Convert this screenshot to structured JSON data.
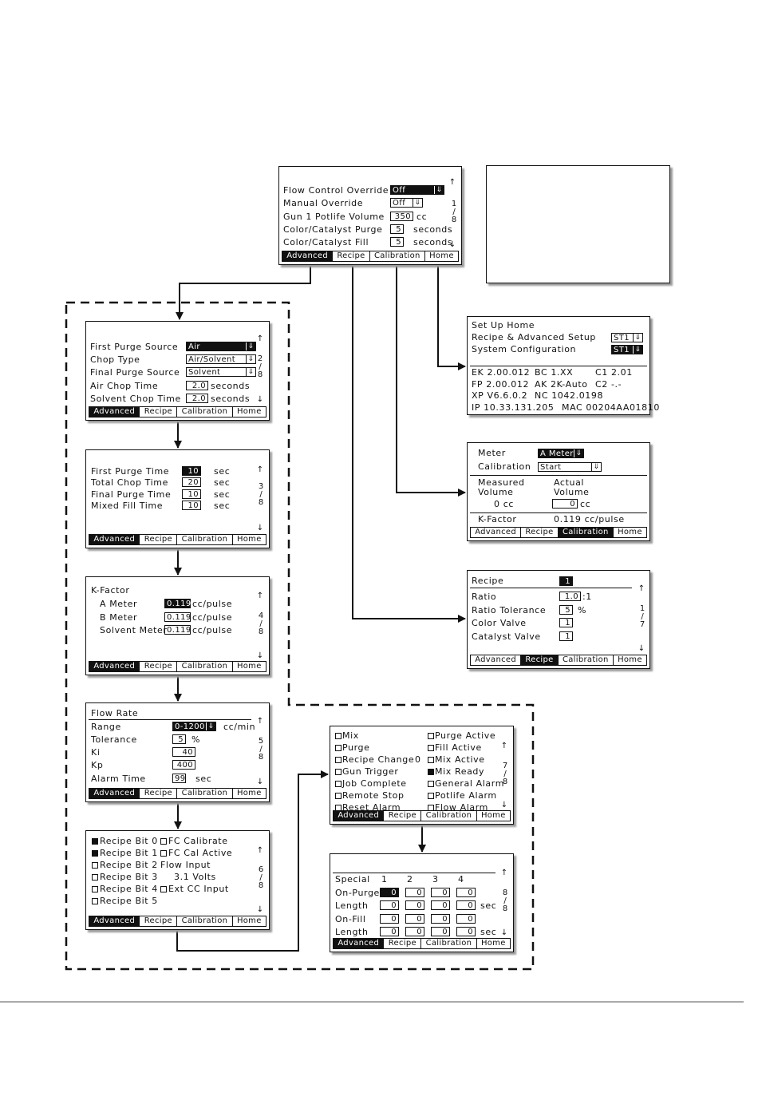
{
  "tabs": [
    "Advanced",
    "Recipe",
    "Calibration",
    "Home"
  ],
  "arrows": {
    "up": "↑",
    "down": "↓",
    "dropdown": "⇓"
  },
  "screen1": {
    "page": [
      "1",
      "/",
      "8"
    ],
    "rows": [
      {
        "label": "Flow Control Override",
        "value": "Off",
        "unit": ""
      },
      {
        "label": "Manual Override",
        "value": "Off",
        "unit": ""
      },
      {
        "label": "Gun 1 Potlife Volume",
        "value": "350",
        "unit": "cc"
      },
      {
        "label": "Color/Catalyst Purge",
        "value": "5",
        "unit": "seconds"
      },
      {
        "label": "Color/Catalyst Fill",
        "value": "5",
        "unit": "seconds"
      }
    ]
  },
  "screen2": {
    "page": [
      "2",
      "/",
      "8"
    ],
    "rows": [
      {
        "label": "First Purge Source",
        "value": "Air",
        "unit": ""
      },
      {
        "label": "Chop Type",
        "value": "Air/Solvent",
        "unit": ""
      },
      {
        "label": "Final Purge Source",
        "value": "Solvent",
        "unit": ""
      },
      {
        "label": "Air Chop Time",
        "value": "2.0",
        "unit": "seconds"
      },
      {
        "label": "Solvent Chop Time",
        "value": "2.0",
        "unit": "seconds"
      }
    ]
  },
  "screen3": {
    "page": [
      "3",
      "/",
      "8"
    ],
    "rows": [
      {
        "label": "First Purge Time",
        "value": "10",
        "unit": "sec"
      },
      {
        "label": "Total Chop Time",
        "value": "20",
        "unit": "sec"
      },
      {
        "label": "Final Purge Time",
        "value": "10",
        "unit": "sec"
      },
      {
        "label": "Mixed Fill Time",
        "value": "10",
        "unit": "sec"
      }
    ]
  },
  "screen4": {
    "page": [
      "4",
      "/",
      "8"
    ],
    "title": "K-Factor",
    "rows": [
      {
        "label": "A Meter",
        "value": "0.119",
        "unit": "cc/pulse"
      },
      {
        "label": "B Meter",
        "value": "0.119",
        "unit": "cc/pulse"
      },
      {
        "label": "Solvent Meter",
        "value": "0.119",
        "unit": "cc/pulse"
      }
    ]
  },
  "screen5": {
    "page": [
      "5",
      "/",
      "8"
    ],
    "title": "Flow Rate",
    "rows": [
      {
        "label": "Range",
        "value": "0-1200",
        "unit": "cc/min"
      },
      {
        "label": "Tolerance",
        "value": "5",
        "unit": "%"
      },
      {
        "label": "Ki",
        "value": "40",
        "unit": ""
      },
      {
        "label": "Kp",
        "value": "400",
        "unit": ""
      },
      {
        "label": "Alarm Time",
        "value": "99",
        "unit": "sec"
      }
    ]
  },
  "screen6": {
    "page": [
      "6",
      "/",
      "8"
    ],
    "left": [
      {
        "label": "Recipe Bit 0",
        "checked": true
      },
      {
        "label": "Recipe Bit 1",
        "checked": true
      },
      {
        "label": "Recipe Bit 2",
        "checked": false
      },
      {
        "label": "Recipe Bit 3",
        "checked": false
      },
      {
        "label": "Recipe Bit 4",
        "checked": false
      },
      {
        "label": "Recipe Bit 5",
        "checked": false
      }
    ],
    "right": [
      {
        "label": "FC Calibrate",
        "checked": false
      },
      {
        "label": "FC Cal Active",
        "checked": false
      }
    ],
    "flow_input_label": "Flow Input",
    "flow_input_value": "3.1 Volts",
    "ext_cc": {
      "label": "Ext CC Input",
      "checked": false
    }
  },
  "screen7": {
    "page": [
      "7",
      "/",
      "8"
    ],
    "left": [
      {
        "label": "Mix",
        "checked": false
      },
      {
        "label": "Purge",
        "checked": false
      },
      {
        "label": "Recipe Change",
        "checked": false
      },
      {
        "label": "Gun Trigger",
        "checked": false
      },
      {
        "label": "Job Complete",
        "checked": false
      },
      {
        "label": "Remote Stop",
        "checked": false
      },
      {
        "label": "Reset Alarm",
        "checked": false
      }
    ],
    "recipe_change_value": "0",
    "right": [
      {
        "label": "Purge Active",
        "checked": false
      },
      {
        "label": "Fill Active",
        "checked": false
      },
      {
        "label": "Mix Active",
        "checked": false
      },
      {
        "label": "Mix Ready",
        "checked": true
      },
      {
        "label": "General Alarm",
        "checked": false
      },
      {
        "label": "Potlife Alarm",
        "checked": false
      },
      {
        "label": "Flow Alarm",
        "checked": false
      }
    ]
  },
  "screen8": {
    "page": [
      "8",
      "/",
      "8"
    ],
    "header": [
      "Special",
      "1",
      "2",
      "3",
      "4"
    ],
    "rows": [
      {
        "label": "On-Purge",
        "values": [
          "0",
          "0",
          "0",
          "0"
        ],
        "unit": ""
      },
      {
        "label": "Length",
        "values": [
          "0",
          "0",
          "0",
          "0"
        ],
        "unit": "sec"
      },
      {
        "label": "On-Fill",
        "values": [
          "0",
          "0",
          "0",
          "0"
        ],
        "unit": ""
      },
      {
        "label": "Length",
        "values": [
          "0",
          "0",
          "0",
          "0"
        ],
        "unit": "sec"
      }
    ]
  },
  "setup_home": {
    "title": "Set Up Home",
    "rows": [
      {
        "label": "Recipe & Advanced Setup",
        "value": "ST1"
      },
      {
        "label": "System Configuration",
        "value": "ST1"
      }
    ],
    "versions": [
      [
        "EK 2.00.012",
        "BC 1.XX",
        "C1 2.01"
      ],
      [
        "FP 2.00.012",
        "AK 2K-Auto",
        "C2 -.-"
      ],
      [
        "XP V6.6.0.2",
        "NC 1042.0198",
        ""
      ],
      [
        "IP 10.33.131.205",
        "MAC 00204AA01810",
        ""
      ]
    ]
  },
  "calibration": {
    "meter_label": "Meter",
    "meter_value": "A Meter",
    "cal_label": "Calibration",
    "cal_value": "Start",
    "measured_label": [
      "Measured",
      "Volume"
    ],
    "measured_value": "0 cc",
    "actual_label": [
      "Actual",
      "Volume"
    ],
    "actual_value": "0",
    "actual_unit": "cc",
    "kfactor_label": "K-Factor",
    "kfactor_value": "0.119 cc/pulse"
  },
  "recipe": {
    "page": [
      "1",
      "/",
      "7"
    ],
    "recipe_label": "Recipe",
    "recipe_value": "1",
    "rows": [
      {
        "label": "Ratio",
        "value": "1.0",
        "unit": ":1"
      },
      {
        "label": "Ratio Tolerance",
        "value": "5",
        "unit": "%"
      },
      {
        "label": "Color Valve",
        "value": "1",
        "unit": ""
      },
      {
        "label": "Catalyst Valve",
        "value": "1",
        "unit": ""
      }
    ]
  }
}
